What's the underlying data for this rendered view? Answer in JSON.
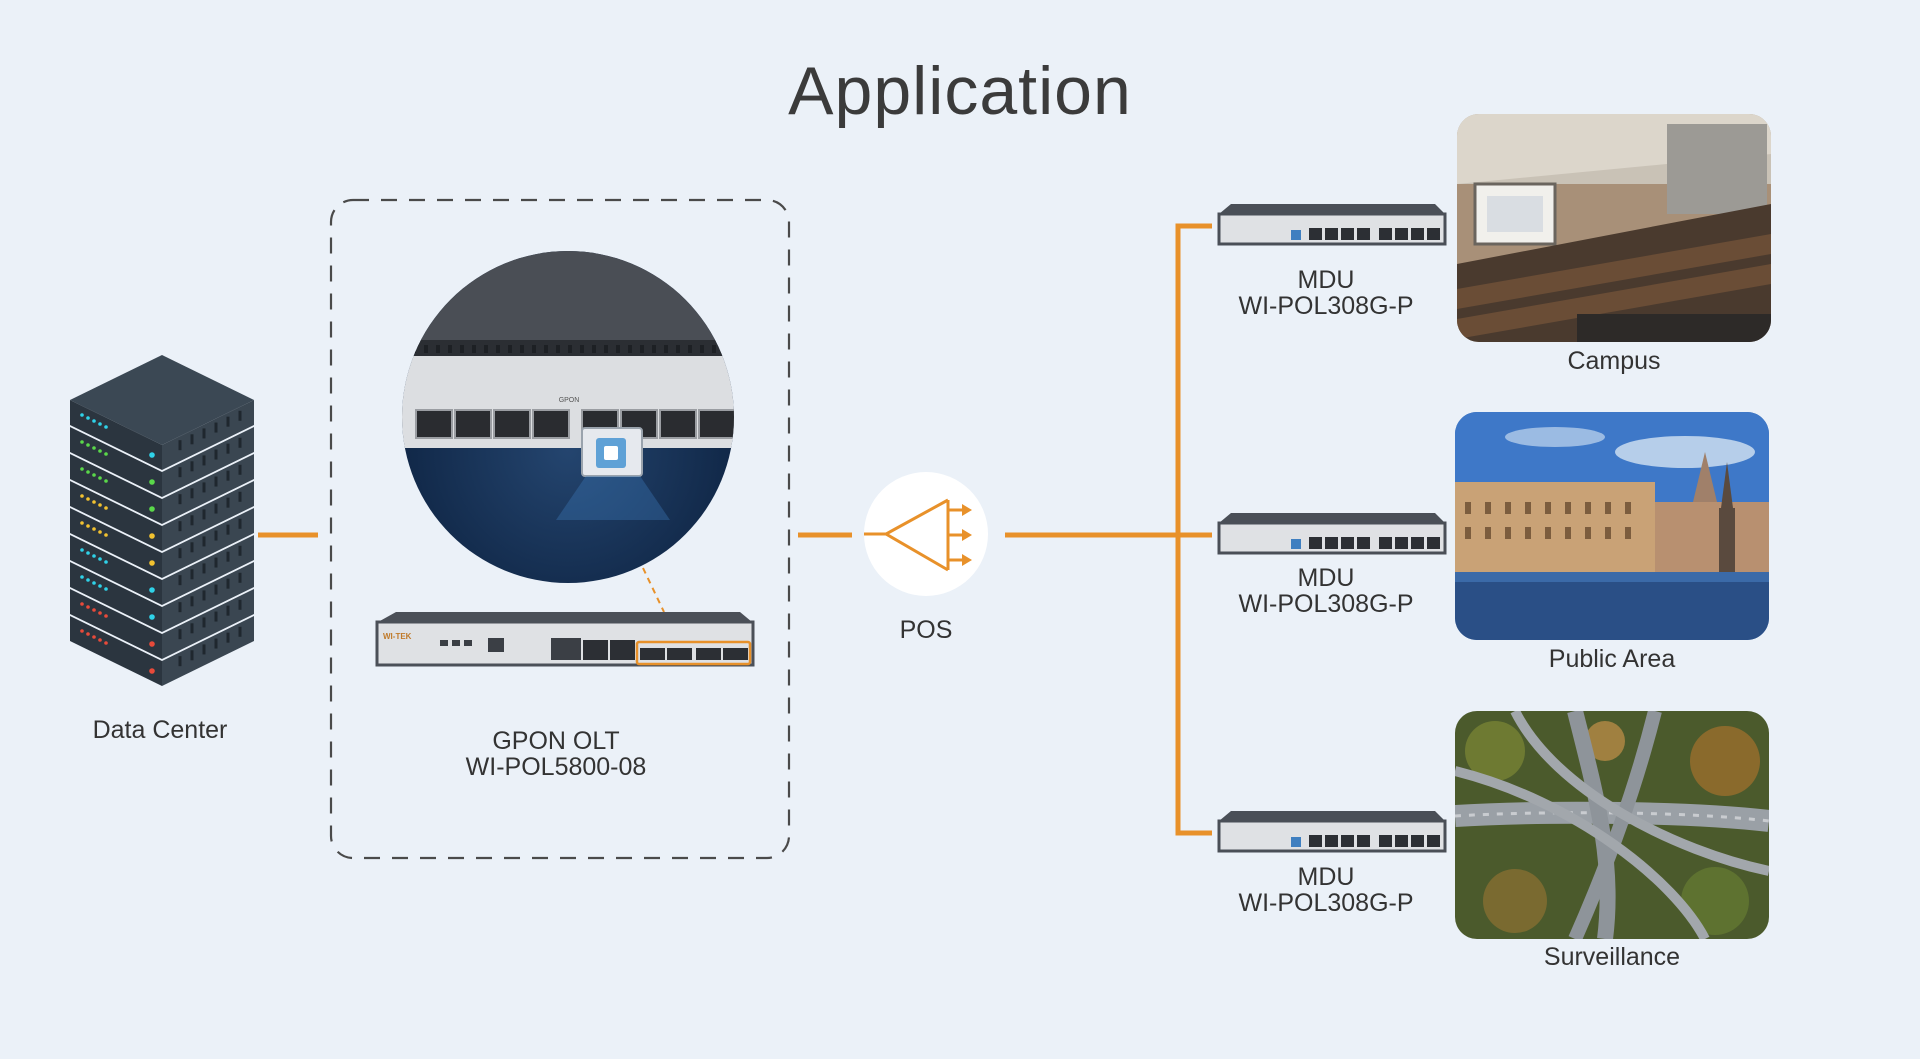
{
  "title": "Application",
  "data_center": {
    "label": "Data Center"
  },
  "olt": {
    "name": "GPON OLT",
    "model": "WI-POL5800-08",
    "brand": "WI-TEK",
    "zoom_caption": "GPON"
  },
  "splitter": {
    "label": "POS"
  },
  "mdus": [
    {
      "name": "MDU",
      "model": "WI-POL308G-P"
    },
    {
      "name": "MDU",
      "model": "WI-POL308G-P"
    },
    {
      "name": "MDU",
      "model": "WI-POL308G-P"
    }
  ],
  "scenarios": [
    {
      "label": "Campus",
      "icon": "lecture-hall-photo"
    },
    {
      "label": "Public Area",
      "icon": "city-square-photo"
    },
    {
      "label": "Surveillance",
      "icon": "highway-interchange-photo"
    }
  ],
  "colors": {
    "accent": "#e8912a",
    "background": "#ebf1f8",
    "device": "#3a3f46"
  }
}
